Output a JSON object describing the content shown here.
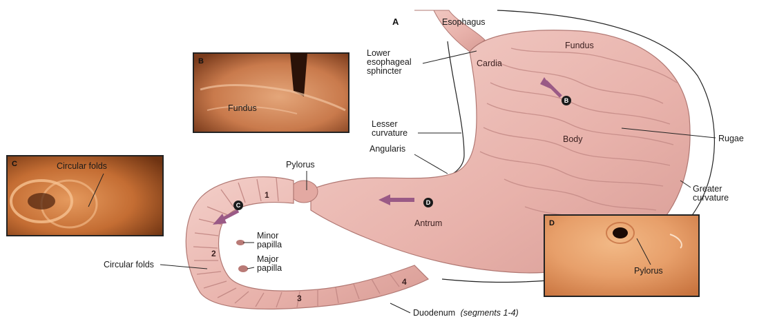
{
  "panel_letters": {
    "main": "A",
    "fundus_inset": "B",
    "duodenum_inset": "C",
    "pylorus_inset": "D"
  },
  "labels": {
    "esophagus": "Esophagus",
    "fundus": "Fundus",
    "les_line1": "Lower",
    "les_line2": "esophageal",
    "les_line3": "sphincter",
    "cardia": "Cardia",
    "lesser_curvature_line1": "Lesser",
    "lesser_curvature_line2": "curvature",
    "body": "Body",
    "rugae": "Rugae",
    "angularis": "Angularis",
    "pylorus": "Pylorus",
    "greater_curvature_line1": "Greater",
    "greater_curvature_line2": "curvature",
    "antrum": "Antrum",
    "minor_papilla_line1": "Minor",
    "minor_papilla_line2": "papilla",
    "major_papilla_line1": "Major",
    "major_papilla_line2": "papilla",
    "circular_folds": "Circular folds",
    "duodenum": "Duodenum",
    "duodenum_segments": "(segments 1-4)"
  },
  "segment_numbers": [
    "1",
    "2",
    "3",
    "4"
  ],
  "markers": {
    "body_marker": "B",
    "antrum_marker": "D",
    "duodenum_marker": "C"
  },
  "insets": {
    "fundus_label": "Fundus",
    "circular_folds_label": "Circular folds",
    "pylorus_label": "Pylorus"
  },
  "colors": {
    "tissue": "#e9b6b0",
    "tissue_light": "#f4d2cd",
    "tissue_dark": "#b97a76",
    "fold_line": "#c48a86",
    "endoscopy_bg": "#c8733e",
    "endoscopy_dark": "#6a2f14",
    "outline": "#222222"
  }
}
